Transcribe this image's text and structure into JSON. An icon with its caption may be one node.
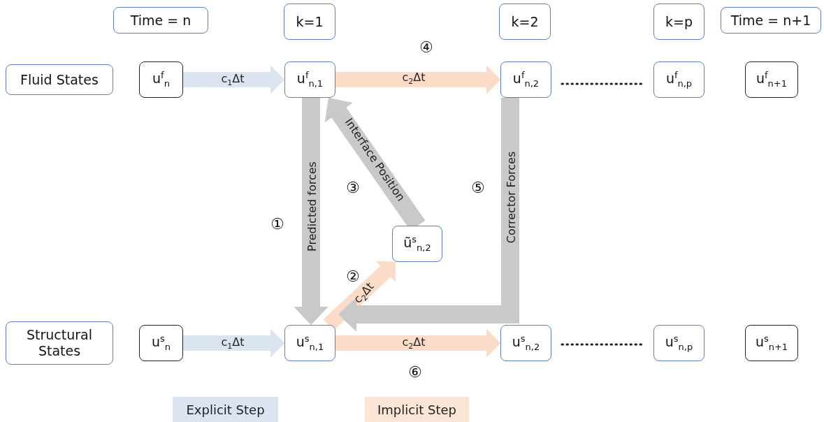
{
  "diagram": {
    "nodes": [
      {
        "text": [
          "Time = n"
        ]
      },
      {
        "text": [
          "k=1"
        ]
      },
      {
        "text": [
          "k=2"
        ]
      },
      {
        "text": [
          "k=p"
        ]
      },
      {
        "text": [
          "Time = n+1"
        ]
      },
      {
        "text": [
          "Fluid States"
        ]
      },
      {
        "text": [
          "u$^{f}$$_{n}$"
        ]
      },
      {
        "text": [
          "u$^{f}$$_{n,1}$"
        ]
      },
      {
        "text": [
          "u$^{f}$$_{n,2}$"
        ]
      },
      {
        "text": [
          "u$^{f}$$_{n,p}$"
        ]
      },
      {
        "text": [
          "u$^{f}$$_{n+1}$"
        ]
      },
      {
        "text": [
          "ũ$^{s}$$_{n,2}$"
        ]
      },
      {
        "text": [
          "Structural States"
        ]
      },
      {
        "text": [
          "u$^{s}$$_{n}$"
        ]
      },
      {
        "text": [
          "u$^{s}$$_{n,1}$"
        ]
      },
      {
        "text": [
          "u$^{s}$$_{n,2}$"
        ]
      },
      {
        "text": [
          "u$^{s}$$_{n,p}$"
        ]
      },
      {
        "text": [
          "u$^{s}$$_{n+1}$"
        ]
      }
    ],
    "edges": [
      {
        "from": 6,
        "to": 7,
        "arrow": "to",
        "label": "c$_{1}$Δt",
        "color": "#dae5f1"
      },
      {
        "from": 7,
        "to": 8,
        "arrow": "to",
        "label": "c$_{2}$Δt",
        "color": "#fbdcc8"
      },
      {
        "from": 7,
        "to": 14,
        "arrow": "to",
        "label": "Predicted forces",
        "color": "#c9c9c9"
      },
      {
        "from": 14,
        "to": 11,
        "arrow": "to",
        "label": "c$_{2}$Δt",
        "color": "#fbdcc8"
      },
      {
        "from": 11,
        "to": 7,
        "arrow": "to",
        "label": "Interface  Position",
        "color": "#c9c9c9"
      },
      {
        "from": 8,
        "to": 14,
        "arrow": "to",
        "label": "Corrector Forces",
        "color": "#c9c9c9"
      },
      {
        "from": 13,
        "to": 14,
        "arrow": "to",
        "label": "c$_{1}$Δt",
        "color": "#dae5f1"
      },
      {
        "from": 14,
        "to": 15,
        "arrow": "to",
        "label": "c$_{2}$Δt",
        "color": "#fbdcc8"
      },
      {
        "from": 8,
        "to": 9,
        "arrow": "none",
        "style": "dashed",
        "color": "#222222"
      },
      {
        "from": 15,
        "to": 16,
        "arrow": "none",
        "style": "dashed",
        "color": "#222222"
      }
    ],
    "labels": [
      "④",
      "③",
      "⑤",
      "①",
      "②",
      "⑥"
    ],
    "legend": [
      {
        "text": "Explicit Step",
        "color": "#dae5f1"
      },
      {
        "text": "Implicit Step",
        "color": "#fbe5d6"
      }
    ]
  }
}
